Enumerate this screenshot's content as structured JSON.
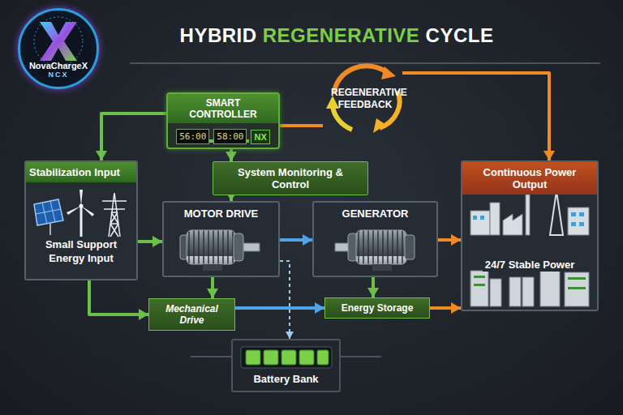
{
  "diagram": {
    "title": "HYBRID REGENERATIVE CYCLE",
    "nodes": [
      {
        "text": [
          "NovaChargeX",
          "NCX"
        ]
      },
      {
        "text": [
          "SMART CONTROLLER",
          "56:00",
          "58:00",
          "NX"
        ]
      },
      {
        "text": [
          "REGENERATIVE FEEDBACK"
        ]
      },
      {
        "text": [
          "System Monitoring & Control"
        ]
      },
      {
        "text": [
          "Stabilization Input",
          "Small Support Energy Input"
        ]
      },
      {
        "text": [
          "MOTOR DRIVE"
        ]
      },
      {
        "text": [
          "GENERATOR"
        ]
      },
      {
        "text": [
          "Continuous Power Output",
          "24/7 Stable Power"
        ]
      },
      {
        "text": [
          "Mechanical Drive"
        ]
      },
      {
        "text": [
          "Energy Storage"
        ]
      },
      {
        "text": [
          "Battery Bank"
        ]
      }
    ],
    "edges": [
      {
        "from": 1,
        "to": 4,
        "arrow": "to"
      },
      {
        "from": 4,
        "to": 5,
        "arrow": "to"
      },
      {
        "from": 5,
        "to": 6,
        "arrow": "to"
      },
      {
        "from": 6,
        "to": 7,
        "arrow": "to"
      },
      {
        "from": 1,
        "to": 2,
        "arrow": "none"
      },
      {
        "from": 2,
        "to": 7,
        "arrow": "to"
      },
      {
        "from": 1,
        "to": 3,
        "arrow": "to"
      },
      {
        "from": 3,
        "to": 5,
        "arrow": "to"
      },
      {
        "from": 4,
        "to": 8,
        "arrow": "to"
      },
      {
        "from": 5,
        "to": 8,
        "arrow": "to"
      },
      {
        "from": 8,
        "to": 9,
        "arrow": "to"
      },
      {
        "from": 6,
        "to": 9,
        "arrow": "to"
      },
      {
        "from": 9,
        "to": 7,
        "arrow": "to"
      },
      {
        "from": 5,
        "to": 10,
        "arrow": "to"
      }
    ]
  }
}
